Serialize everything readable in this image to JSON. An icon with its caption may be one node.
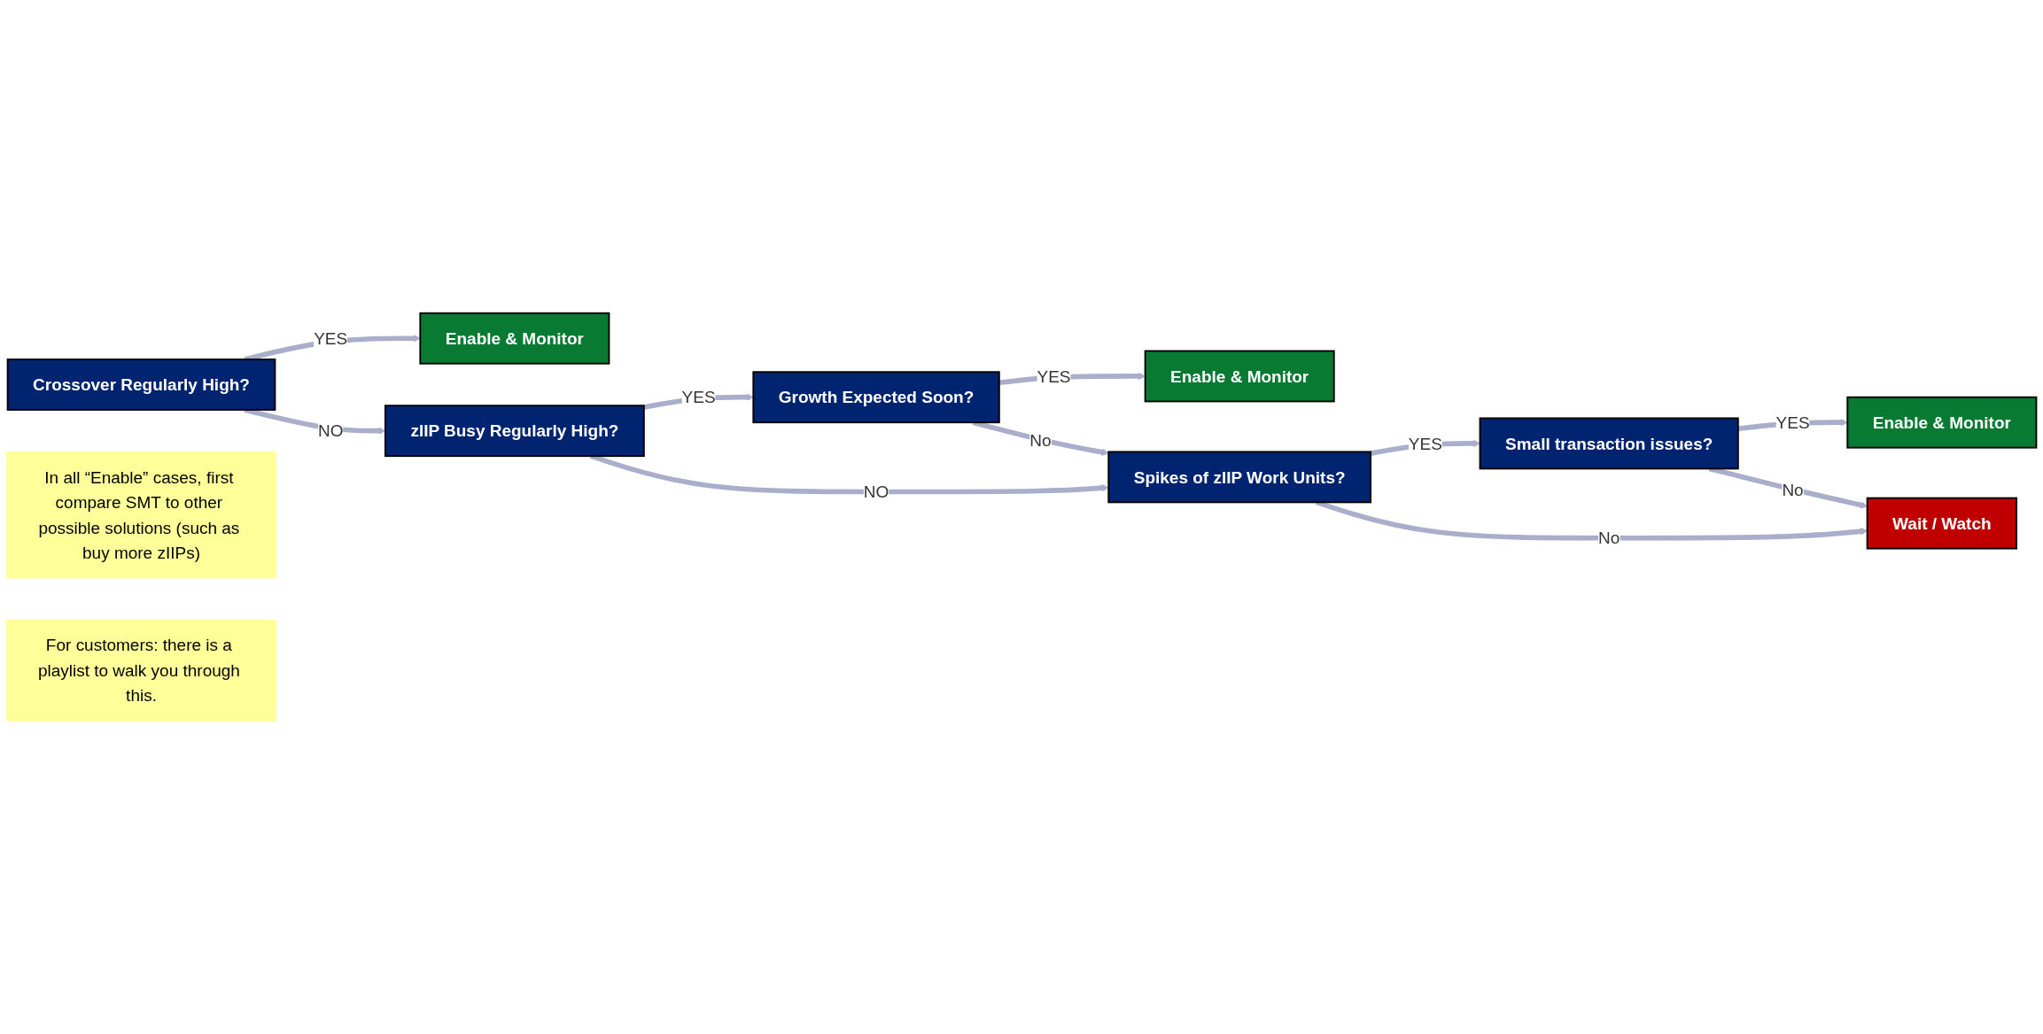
{
  "diagram": {
    "nodes": [
      {
        "text": [
          "Crossover Regularly High?"
        ]
      },
      {
        "text": [
          "Enable & Monitor"
        ]
      },
      {
        "text": [
          "In all “Enable” cases, first compare SMT to other possible solutions (such as buy more zIIPs)"
        ]
      },
      {
        "text": [
          "zIIP Busy Regularly High?"
        ]
      },
      {
        "text": [
          "Growth Expected Soon?"
        ]
      },
      {
        "text": [
          "Enable & Monitor"
        ]
      },
      {
        "text": [
          "Spikes of zIIP Work Units?"
        ]
      },
      {
        "text": [
          "Small transaction issues?"
        ]
      },
      {
        "text": [
          "Enable & Monitor"
        ]
      },
      {
        "text": [
          "For customers: there is a playlist to walk you through this."
        ]
      },
      {
        "text": [
          "Wait / Watch"
        ]
      }
    ],
    "edges": [
      {
        "from": 0,
        "to": 1,
        "arrow": "to",
        "label": "YES"
      },
      {
        "from": 0,
        "to": 3,
        "arrow": "to",
        "label": "NO"
      },
      {
        "from": 3,
        "to": 4,
        "arrow": "to",
        "label": "YES"
      },
      {
        "from": 4,
        "to": 5,
        "arrow": "to",
        "label": "YES"
      },
      {
        "from": 4,
        "to": 6,
        "arrow": "to",
        "label": "No"
      },
      {
        "from": 3,
        "to": 6,
        "arrow": "to",
        "label": "NO"
      },
      {
        "from": 6,
        "to": 7,
        "arrow": "to",
        "label": "YES"
      },
      {
        "from": 7,
        "to": 8,
        "arrow": "to",
        "label": "YES"
      },
      {
        "from": 6,
        "to": 10,
        "arrow": "to",
        "label": "No"
      },
      {
        "from": 7,
        "to": 10,
        "arrow": "to",
        "label": "No"
      }
    ]
  }
}
